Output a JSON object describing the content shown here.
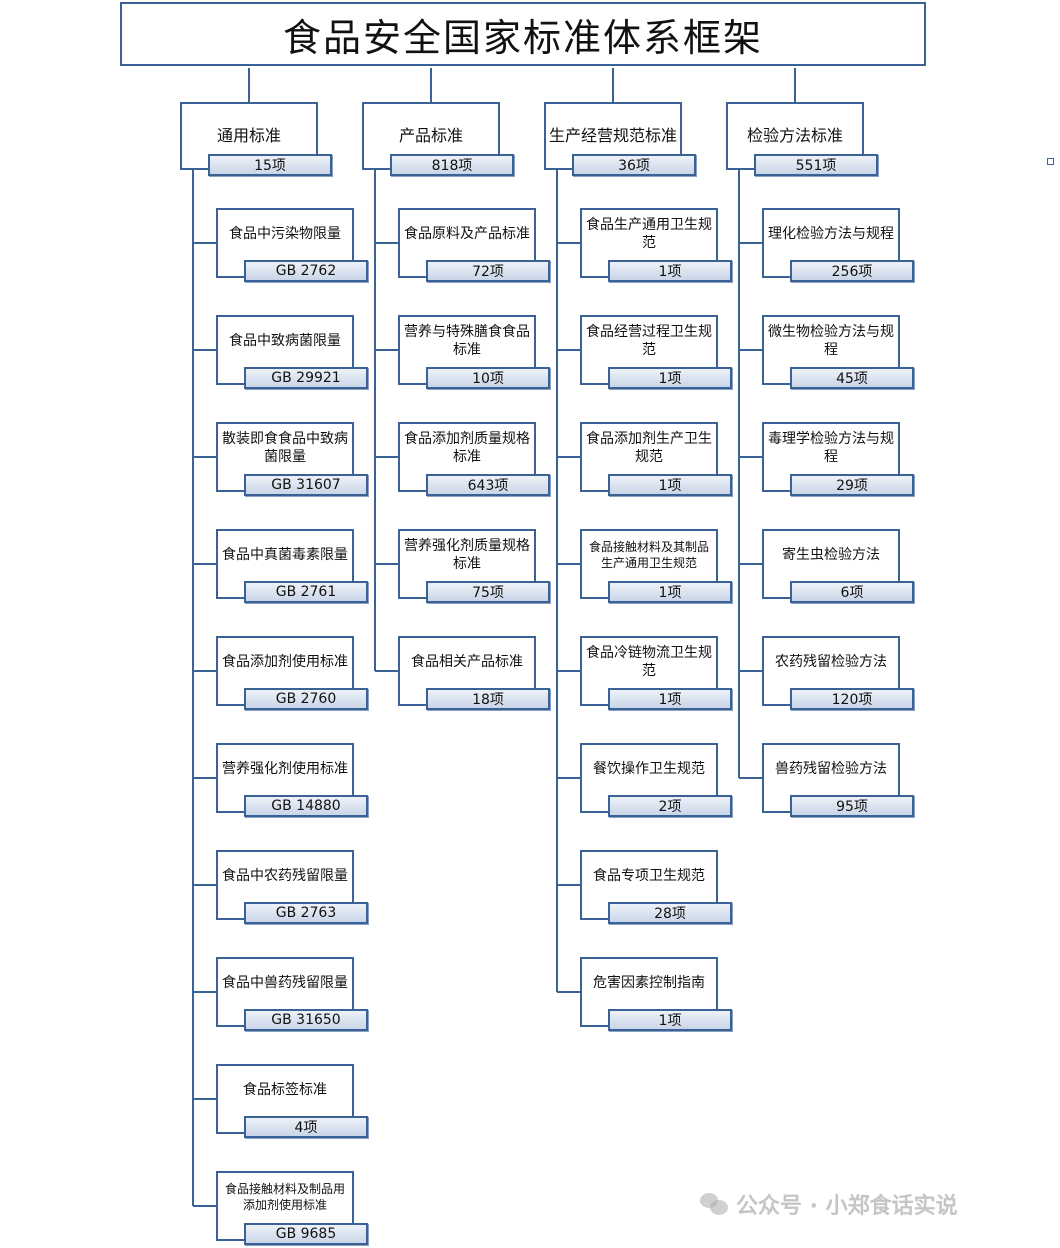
{
  "title": "食品安全国家标准体系框架",
  "watermark": "公众号 · 小郑食话实说",
  "columns": [
    {
      "header": "通用标准",
      "count": "15项",
      "items": [
        {
          "label": "食品中污染物限量",
          "code": "GB  2762"
        },
        {
          "label": "食品中致病菌限量",
          "code": "GB  29921"
        },
        {
          "label": "散装即食食品中致病菌限量",
          "code": "GB  31607"
        },
        {
          "label": "食品中真菌毒素限量",
          "code": "GB  2761"
        },
        {
          "label": "食品添加剂使用标准",
          "code": "GB  2760"
        },
        {
          "label": "营养强化剂使用标准",
          "code": "GB  14880"
        },
        {
          "label": "食品中农药残留限量",
          "code": "GB  2763"
        },
        {
          "label": "食品中兽药残留限量",
          "code": "GB  31650"
        },
        {
          "label": "食品标签标准",
          "code": "4项"
        },
        {
          "label": "食品接触材料及制品用添加剂使用标准",
          "code": "GB  9685"
        }
      ]
    },
    {
      "header": "产品标准",
      "count": "818项",
      "items": [
        {
          "label": "食品原料及产品标准",
          "code": "72项"
        },
        {
          "label": "营养与特殊膳食食品标准",
          "code": "10项"
        },
        {
          "label": "食品添加剂质量规格标准",
          "code": "643项"
        },
        {
          "label": "营养强化剂质量规格标准",
          "code": "75项"
        },
        {
          "label": "食品相关产品标准",
          "code": "18项"
        }
      ]
    },
    {
      "header": "生产经营规范标准",
      "count": "36项",
      "items": [
        {
          "label": "食品生产通用卫生规范",
          "code": "1项"
        },
        {
          "label": "食品经营过程卫生规范",
          "code": "1项"
        },
        {
          "label": "食品添加剂生产卫生规范",
          "code": "1项"
        },
        {
          "label": "食品接触材料及其制品生产通用卫生规范",
          "code": "1项"
        },
        {
          "label": "食品冷链物流卫生规范",
          "code": "1项"
        },
        {
          "label": "餐饮操作卫生规范",
          "code": "2项"
        },
        {
          "label": "食品专项卫生规范",
          "code": "28项"
        },
        {
          "label": "危害因素控制指南",
          "code": "1项"
        }
      ]
    },
    {
      "header": "检验方法标准",
      "count": "551项",
      "items": [
        {
          "label": "理化检验方法与规程",
          "code": "256项"
        },
        {
          "label": "微生物检验方法与规程",
          "code": "45项"
        },
        {
          "label": "毒理学检验方法与规程",
          "code": "29项"
        },
        {
          "label": "寄生虫检验方法",
          "code": "6项"
        },
        {
          "label": "农药残留检验方法",
          "code": "120项"
        },
        {
          "label": "兽药残留检验方法",
          "code": "95项"
        }
      ]
    }
  ]
}
